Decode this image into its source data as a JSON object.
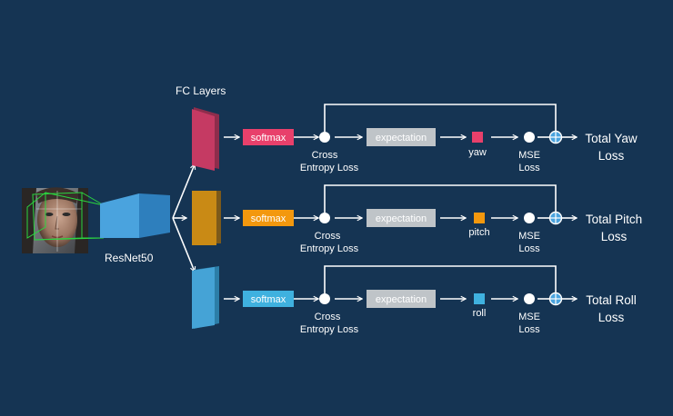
{
  "colors": {
    "background": "#153453",
    "yaw": "#e8406b",
    "pitch": "#f3980e",
    "roll": "#3fb1df",
    "expectation_box": "#bfc4c8",
    "resnet": "#4aa3de",
    "arrow": "#ffffff"
  },
  "labels": {
    "fc_layers": "FC Layers",
    "resnet": "ResNet50"
  },
  "branches": [
    {
      "id": "yaw",
      "softmax": "softmax",
      "ce_loss_line1": "Cross",
      "ce_loss_line2": "Entropy Loss",
      "expectation": "expectation",
      "output": "yaw",
      "mse_line1": "MSE",
      "mse_line2": "Loss",
      "total_line1": "Total Yaw",
      "total_line2": "Loss"
    },
    {
      "id": "pitch",
      "softmax": "softmax",
      "ce_loss_line1": "Cross",
      "ce_loss_line2": "Entropy Loss",
      "expectation": "expectation",
      "output": "pitch",
      "mse_line1": "MSE",
      "mse_line2": "Loss",
      "total_line1": "Total Pitch",
      "total_line2": "Loss"
    },
    {
      "id": "roll",
      "softmax": "softmax",
      "ce_loss_line1": "Cross",
      "ce_loss_line2": "Entropy Loss",
      "expectation": "expectation",
      "output": "roll",
      "mse_line1": "MSE",
      "mse_line2": "Loss",
      "total_line1": "Total Roll",
      "total_line2": "Loss"
    }
  ]
}
